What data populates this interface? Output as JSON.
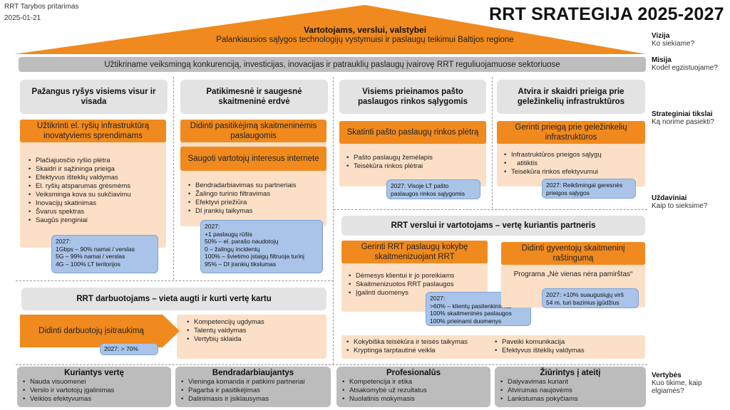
{
  "meta": {
    "org": "RRT Tarybos pritarimas",
    "date": "2025-01-21"
  },
  "title": "RRT SRATEGIJA 2025-2027",
  "vision": {
    "line1": "Vartotojams, verslui, valstybei",
    "line2": "Palankiausios sąlygos technologijų vystymuisi ir paslaugų teikimui Baltijos regione"
  },
  "mission": "Užtikriname veiksmingą konkurenciją, investicijas, inovacijas ir patrauklių paslaugų įvairovę RRT reguliuojamuose sektoriuose",
  "side_labels": [
    {
      "title": "Vizija",
      "sub": "Ko siekiame?"
    },
    {
      "title": "Misija",
      "sub": "Kodėl egzistuojame?"
    },
    {
      "title": "Strateginiai tikslai",
      "sub": "Ką norime pasiekti?"
    },
    {
      "title": "Uždaviniai",
      "sub": "Kaip to sieksime?"
    },
    {
      "title": "Vertybės",
      "sub": "Kuo tikime, kaip elgiamės?"
    }
  ],
  "goals": [
    {
      "title": "Pažangus ryšys visiems visur ir visada",
      "task": "Užtikrinti el. ryšių infrastruktūrą inovatyviems sprendimams",
      "bullets": [
        "Plačiajuosčio ryšio plėtra",
        "Skaidri ir sąžininga prieiga",
        "Efektyvus išteklių valdymas",
        "El. ryšių atsparumas grėsmėms",
        "Veiksminga kova su sukčiavimu",
        "Inovacijų skatinimas",
        "Švarus spektras",
        "Saugūs įrenginiai"
      ],
      "kpi": [
        "2027:",
        "1Gbps – 90% namai / verslas",
        "5G – 99% namai / verslas",
        "4G – 100% LT teritorijos"
      ]
    },
    {
      "title": "Patikimesnė ir saugesnė skaitmeninė erdvė",
      "task": "Didinti pasitikėjimą skaitmeninėmis paslaugomis",
      "task2": "Saugoti vartotojų interesus internete",
      "bullets": [
        "Bendradarbiavimas su partneriais",
        "Žalingo turinio filtravimas",
        "Efektyvi priežiūra",
        "DI įrankių taikymas"
      ],
      "kpi": [
        "2027:",
        "+1 paslaugų rūšis",
        "50% – el. parašo naudotojų",
        "0 – žalingų incidentų",
        "100% – švietimo įstaigų filtruoja turinį",
        "95% – DI įrankių tikslumas"
      ]
    },
    {
      "title": "Visiems prieinamos pašto paslaugos rinkos sąlygomis",
      "task": "Skatinti pašto paslaugų rinkos plėtrą",
      "bullets": [
        "Pašto paslaugų žemėlapis",
        "Teisėkūra rinkos plėtrai"
      ],
      "kpi": [
        "2027: Visoje LT pašto",
        "paslaugos rinkos sąlygomis"
      ]
    },
    {
      "title": "Atvira ir skaidri prieiga prie geležinkelių infrastruktūros",
      "task": "Gerinti prieigą prie geležinkelių infrastruktūros",
      "bullets": [
        "Infrastruktūros prieigos sąlygų",
        "atitiktis",
        "Teisėkūra rinkos efektyvumui"
      ],
      "kpi": [
        "2027: Reikšmingai geresnės",
        "prieigos sąlygos"
      ]
    }
  ],
  "partner": {
    "title": "RRT verslui ir vartotojams  – vertę kuriantis partneris",
    "task_left": "Gerinti RRT paslaugų kokybę skaitmenizuojant RRT",
    "bullets_left": [
      "Dėmesys klientui ir jo poreikiams",
      "Skaitmenizuotos RRT paslaugos",
      "Įgalinti duomenys"
    ],
    "kpi_left": [
      "2027:",
      ">60% – klientų pasitenkinimas",
      "100% skaitmeninės paslaugos",
      "100% prieinami duomenys"
    ],
    "task_right": "Didinti gyventojų skaitmeninį raštingumą",
    "program": "Programa „Nė vienas nėra pamirštas“",
    "kpi_right": [
      "2027: +10% suaugusiųjų virš",
      "54 m. turi bazinius įgūdžius"
    ],
    "common_left": [
      "Kokybiška teisėkūra ir teisės taikymas",
      "Kryptinga tarptautinė veikla"
    ],
    "common_right": [
      "Paveiki komunikacija",
      "Efektyvus išteklių valdymas"
    ]
  },
  "employees": {
    "title": "RRT darbuotojams – vieta augti ir kurti vertę kartu",
    "task": "Didinti darbuotojų įsitraukimą",
    "bullets": [
      "Kompetencijų ugdymas",
      "Talentų valdymas",
      "Vertybių sklaida"
    ],
    "kpi": "2027: > 70%"
  },
  "values": [
    {
      "title": "Kuriantys vertę",
      "items": [
        "Nauda visuomenei",
        "Verslo ir vartotojų įgalinimas",
        "Veiklos efektyvumas"
      ]
    },
    {
      "title": "Bendradarbiaujantys",
      "items": [
        "Vieninga komanda ir patikimi partneriai",
        "Pagarba ir pasitikėjimas",
        "Dalinimasis ir įsiklausymas"
      ]
    },
    {
      "title": "Profesionalūs",
      "items": [
        "Kompetencija ir etika",
        "Atsakomybė už rezultatus",
        "Nuolatinis mokymasis"
      ]
    },
    {
      "title": "Žiūrintys į ateitį",
      "items": [
        "Dalyvavimas kuriant",
        "Atvirumas naujovėms",
        "Lankstumas pokyčiams"
      ]
    }
  ],
  "colors": {
    "orange": "#f08a1e",
    "peach": "#fbe0c7",
    "grey": "#bdbdbd",
    "light_grey": "#e3e3e3",
    "blue": "#a9c4e8"
  }
}
